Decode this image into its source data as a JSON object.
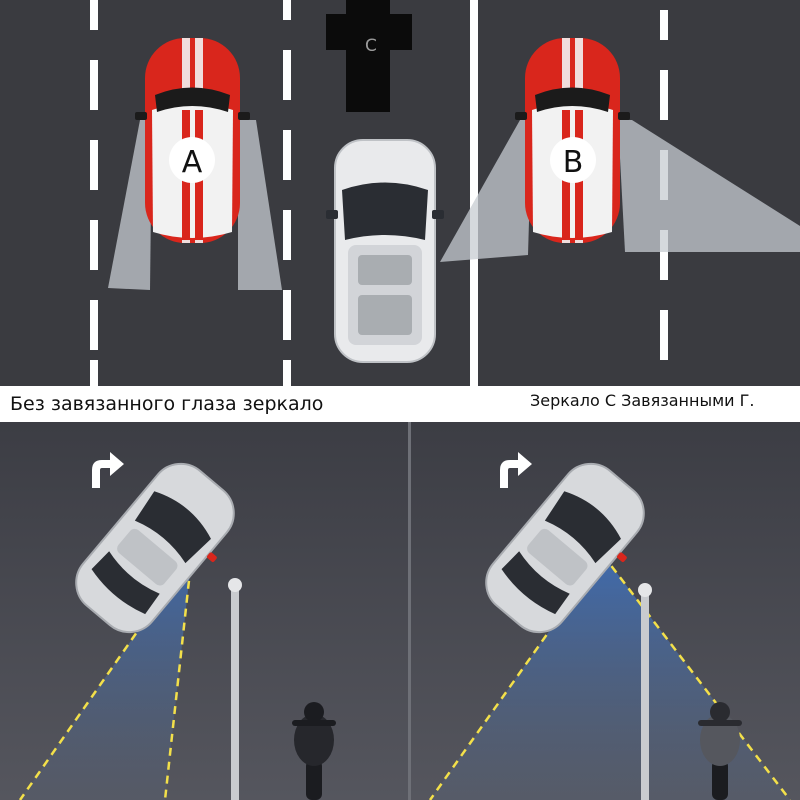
{
  "top_scene": {
    "car_labels": {
      "a": "A",
      "b": "B",
      "c": "C"
    }
  },
  "captions": {
    "left": "Без завязанного глаза зеркало",
    "right": "Зеркало С Завязанными Г."
  },
  "colors": {
    "road_top": "#3a3b40",
    "road_bottom": "#4a4b52",
    "car_red": "#d9261c",
    "car_white": "#f2f2f2",
    "lane_marking": "#ffffff",
    "mirror_field": "#aab0b6",
    "view_cone": "#3f6fb8",
    "cone_dash": "#f3e04a"
  }
}
